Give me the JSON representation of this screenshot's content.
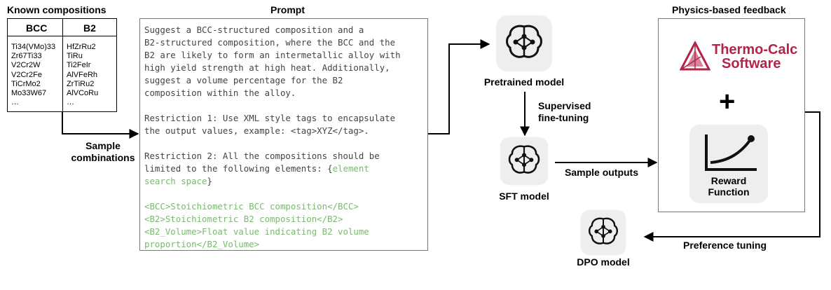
{
  "known": {
    "title": "Known compositions",
    "bcc_header": "BCC",
    "b2_header": "B2",
    "bcc_items": [
      "Ti34(VMo)33",
      "Zr67Ti33",
      "V2Cr2W",
      "V2Cr2Fe",
      "TiCrMo2",
      "Mo33W67",
      "…"
    ],
    "b2_items": [
      "HfZrRu2",
      "TiRu",
      "Ti2FeIr",
      "AlVFeRh",
      "ZrTiRu2",
      "AlVCoRu",
      "…"
    ]
  },
  "sample_label": [
    "Sample",
    "combinations"
  ],
  "prompt": {
    "title": "Prompt",
    "para1": [
      "Suggest a BCC-structured composition and a",
      "B2-structured composition, where the BCC and the",
      "B2 are likely to form an intermetallic alloy with",
      "high yield strength at high heat. Additionally,",
      "suggest a volume percentage for the B2",
      "composition within the alloy."
    ],
    "para2": [
      "Restriction 1: Use XML style tags to encapsulate",
      "the output values, example: <tag>XYZ</tag>."
    ],
    "para3_lines": [
      "Restriction 2: All the compositions should be",
      "limited to the following elements: {"
    ],
    "para3_green1": "element",
    "para3_green2": "search space",
    "para3_close": "}",
    "tags": [
      "<BCC>Stoichiometric BCC composition</BCC>",
      "<B2>Stoichiometric B2 composition</B2>",
      "<B2_Volume>Float value indicating B2 volume",
      "proportion</B2_Volume>"
    ]
  },
  "models": {
    "pretrained": "Pretrained model",
    "sft": "SFT model",
    "dpo": "DPO model"
  },
  "edges": {
    "supervised": [
      "Supervised",
      "fine-tuning"
    ],
    "sample_outputs": "Sample outputs",
    "preference": "Preference tuning"
  },
  "feedback": {
    "title": "Physics-based feedback",
    "logo_line1": "Thermo-Calc",
    "logo_line2": "Software",
    "plus": "+",
    "reward_line1": "Reward",
    "reward_line2": "Function"
  },
  "colors": {
    "logo": "#b3234a",
    "green_text": "#7ab870",
    "gray_text": "#444444"
  }
}
